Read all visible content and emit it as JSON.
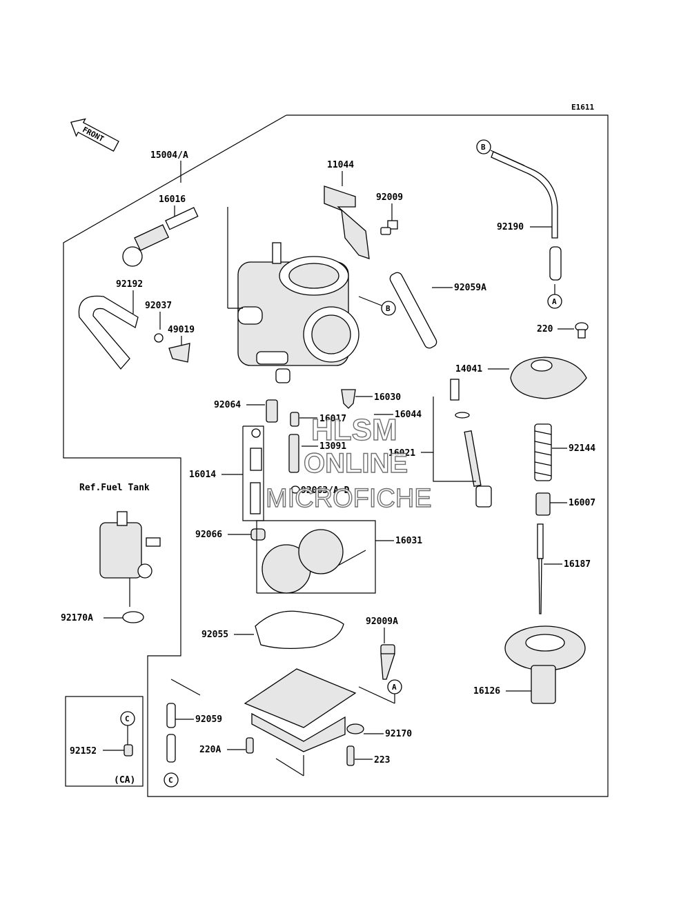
{
  "diagram_code": "E1611",
  "front_label": "FRONT",
  "ref_label": "Ref.Fuel Tank",
  "ca_label": "(CA)",
  "callouts": {
    "a": "A",
    "b": "B",
    "c": "C"
  },
  "watermark": {
    "line1": "HLSM",
    "line2": "ONLINE",
    "line3": "MICROFICHE"
  },
  "parts": {
    "p15004": "15004/A",
    "p11044": "11044",
    "p92009": "92009",
    "p92190": "92190",
    "p16016": "16016",
    "p92192": "92192",
    "p92037": "92037",
    "p49019": "49019",
    "p92059A": "92059A",
    "p220": "220",
    "p14041": "14041",
    "p92064": "92064",
    "p16030": "16030",
    "p16017": "16017",
    "p16044": "16044",
    "p13091": "13091",
    "p16021": "16021",
    "p92144": "92144",
    "p16014": "16014",
    "p92063": "92063/A~D",
    "p16007": "16007",
    "p92066": "92066",
    "p16031": "16031",
    "p16187": "16187",
    "p92170A": "92170A",
    "p92055": "92055",
    "p92009A": "92009A",
    "p16126": "16126",
    "p92059": "92059",
    "p92170": "92170",
    "p92152": "92152",
    "p220A": "220A",
    "p223": "223"
  }
}
